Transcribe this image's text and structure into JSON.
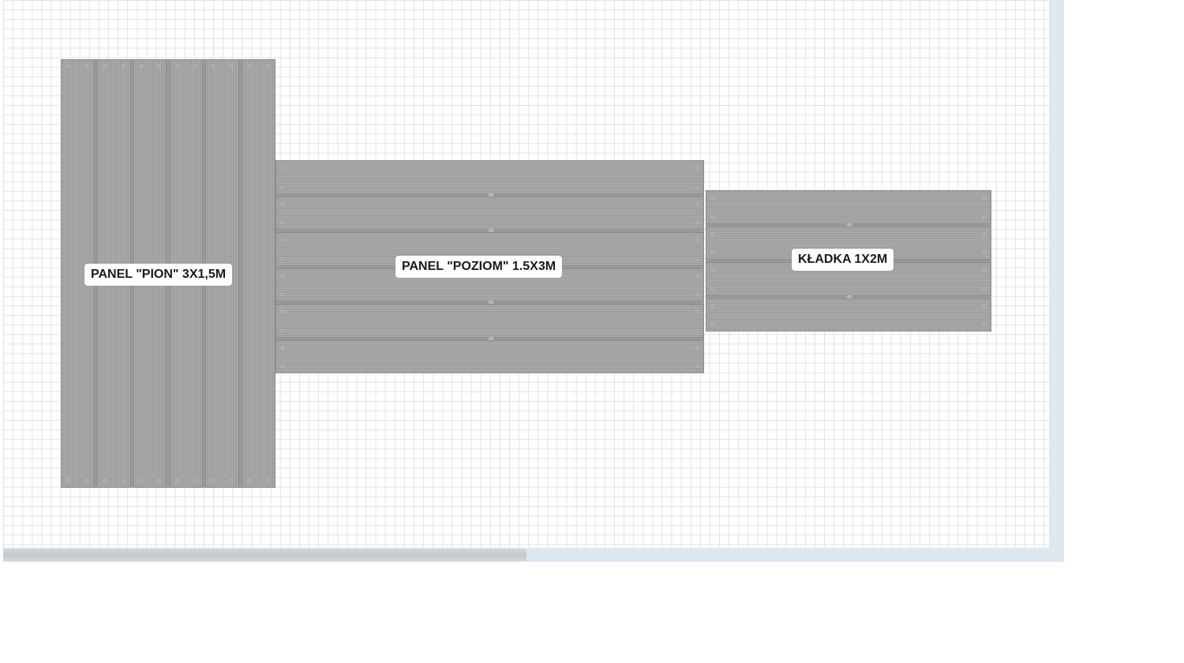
{
  "labels": {
    "pion": "PANEL \"PION\" 3X1,5M",
    "poziom": "PANEL \"POZIOM\" 1.5X3M",
    "kladka": "KŁADKA 1X2M"
  },
  "colors": {
    "board": "#a6a6a6",
    "grid": "#dde3ea",
    "scrollbar": "#dfe8f1"
  }
}
